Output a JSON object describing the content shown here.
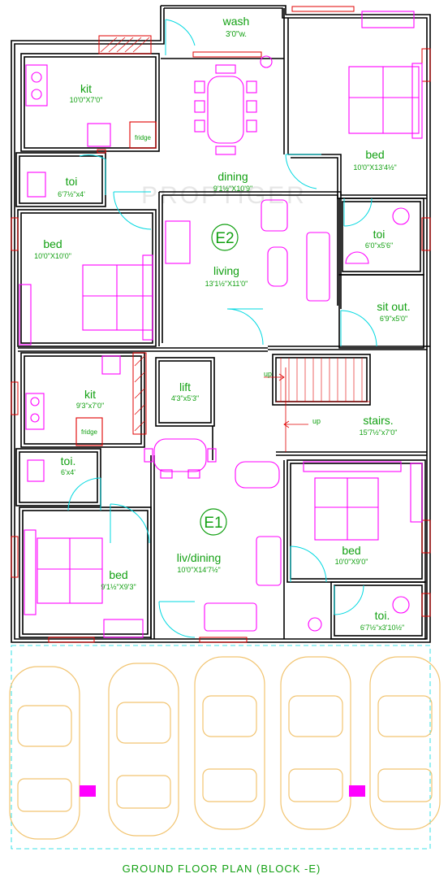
{
  "watermark": "PROPTIGER",
  "title": "GROUND FLOOR PLAN (BLOCK -E)",
  "units": {
    "e2": {
      "tag": "E2"
    },
    "e1": {
      "tag": "E1"
    }
  },
  "rooms": {
    "wash": {
      "name": "wash",
      "dim": "3'0\"w."
    },
    "kit_top": {
      "name": "kit",
      "dim": "10'0\"X7'0\""
    },
    "fridge_top": {
      "name": "fridge"
    },
    "bed_tr": {
      "name": "bed",
      "dim": "10'0\"X13'4½\""
    },
    "toi_tl": {
      "name": "toi",
      "dim": "6'7½\"x4'"
    },
    "dining": {
      "name": "dining",
      "dim": "9'1½\"X10'9\""
    },
    "bed_ml": {
      "name": "bed",
      "dim": "10'0\"X10'0\""
    },
    "living": {
      "name": "living",
      "dim": "13'1½\"X11'0\""
    },
    "toi_mr": {
      "name": "toi",
      "dim": "6'0\"x5'6\""
    },
    "sitout": {
      "name": "sit out.",
      "dim": "6'9\"x5'0\""
    },
    "kit_low": {
      "name": "kit",
      "dim": "9'3\"x7'0\""
    },
    "fridge_low": {
      "name": "fridge"
    },
    "lift": {
      "name": "lift",
      "dim": "4'3\"x5'3\""
    },
    "up1": {
      "name": "up"
    },
    "up2": {
      "name": "up"
    },
    "stairs": {
      "name": "stairs.",
      "dim": "15'7½\"x7'0\""
    },
    "toi_bl": {
      "name": "toi.",
      "dim": "6'x4'"
    },
    "bed_lr": {
      "name": "bed",
      "dim": "10'0\"X9'0\""
    },
    "livdining": {
      "name": "liv/dining",
      "dim": "10'0\"X14'7½\""
    },
    "bed_bl": {
      "name": "bed",
      "dim": "9'1½\"X9'3\""
    },
    "toi_br": {
      "name": "toi.",
      "dim": "6'7½\"x3'10½\""
    }
  },
  "colors": {
    "wall": "#000000",
    "furniture": "#ff00ff",
    "door": "#00d8e0",
    "window": "#e00000",
    "label": "#12a012",
    "car": "#f2c470"
  }
}
